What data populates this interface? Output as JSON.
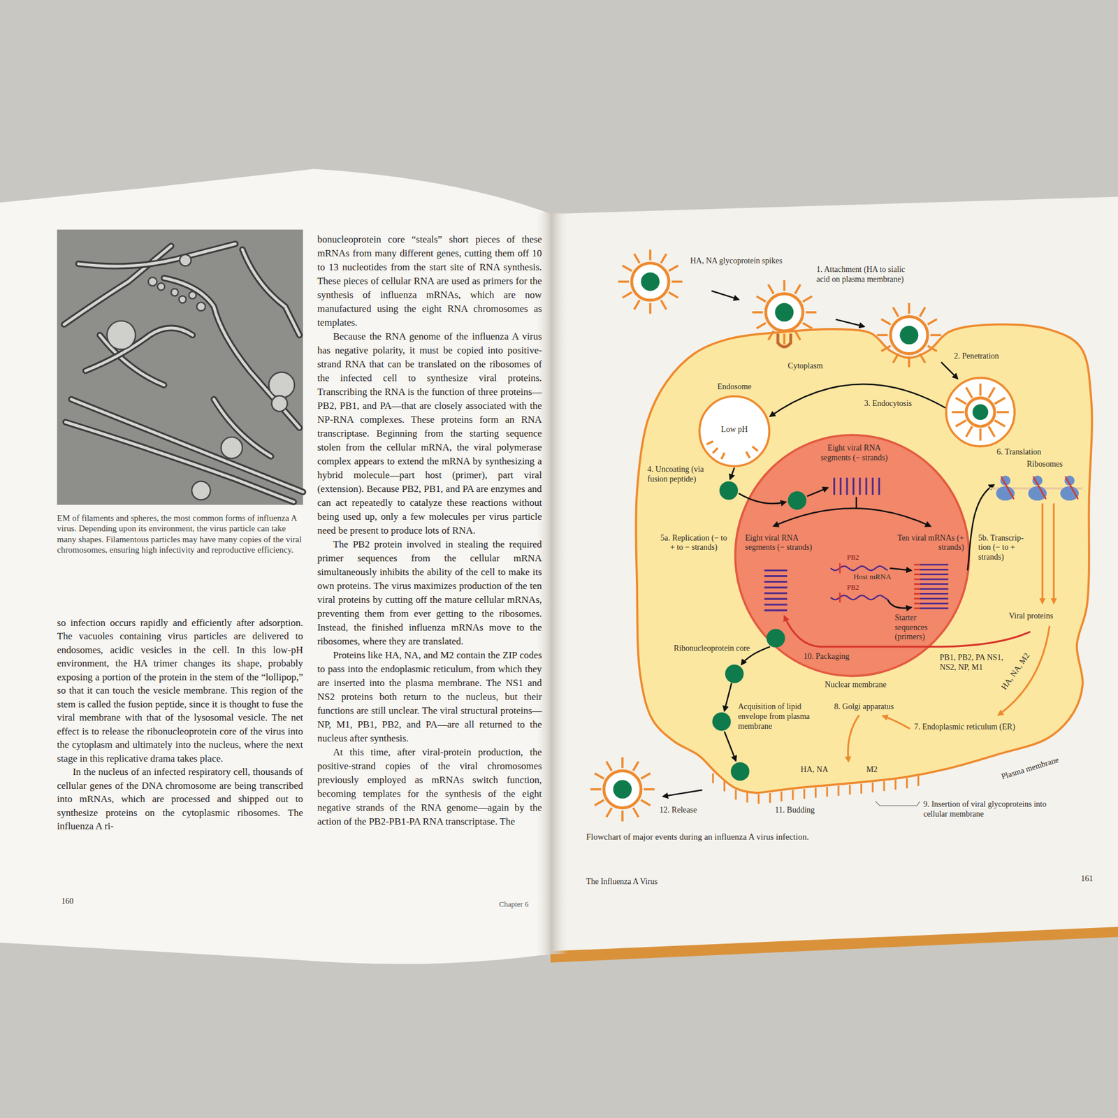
{
  "diagram": {
    "caption": "Flowchart of major events during an influenza A virus infection.",
    "nodes": [
      {
        "text": [
          "Cytoplasm"
        ]
      },
      {
        "text": [
          "Endosome",
          "Low pH"
        ],
        "in": 0
      },
      {
        "text": [
          "Nuclear membrane"
        ],
        "in": 0
      }
    ],
    "labels": [
      "EM of filaments and spheres, the most common forms of influenza A virus. Depending upon its environment, the virus particle can take many shapes. Filamentous particles may have many copies of the viral chromosomes, ensuring high infectivity and reproductive efficiency.",
      "so infection occurs rapidly and efficiently after adsorption. The vacuoles containing virus particles are delivered to endosomes, acidic vesicles in the cell. In this low-pH environment, the HA trimer changes its shape, probably exposing a portion of the protein in the stem of the “lollipop,” so that it can touch the vesicle membrane. This region of the stem is called the fusion peptide, since it is thought to fuse the viral membrane with that of the lysosomal vesicle. The net effect is to release the ribonucleoprotein core of the virus into the cytoplasm and ultimately into the nucleus, where the next stage in this replicative drama takes place.",
      "In the nucleus of an infected respiratory cell, thousands of cellular genes of the DNA chromosome are being transcribed into mRNAs, which are processed and shipped out to synthesize proteins on the cytoplasmic ribosomes. The influenza A ri-",
      "bonucleoprotein core “steals” short pieces of these mRNAs from many different genes, cutting them off 10 to 13 nucleotides from the start site of RNA synthesis. These pieces of cellular RNA are used as primers for the synthesis of influenza mRNAs, which are now manufactured using the eight RNA chromosomes as templates.",
      "Because the RNA genome of the influenza A virus has negative polarity, it must be copied into positive-strand RNA that can be translated on the ribosomes of the infected cell to synthesize viral proteins. Transcribing the RNA is the function of three proteins—PB2, PB1, and PA—that are closely associated with the NP-RNA complexes. These proteins form an RNA transcriptase. Beginning from the starting sequence stolen from the cellular mRNA, the viral polymerase complex appears to extend the mRNA by synthesizing a hybrid molecule—part host (primer), part viral (extension). Because PB2, PB1, and PA are enzymes and can act repeatedly to catalyze these reactions without being used up, only a few molecules per virus particle need be present to produce lots of RNA.",
      "The PB2 protein involved in stealing the required primer sequences from the cellular mRNA simultaneously inhibits the ability of the cell to make its own proteins. The virus maximizes production of the ten viral proteins by cutting off the mature cellular mRNAs, preventing them from ever getting to the ribosomes. Instead, the finished influenza mRNAs move to the ribosomes, where they are translated.",
      "Proteins like HA, NA, and M2 contain the ZIP codes to pass into the endoplasmic reticulum, from which they are inserted into the plasma membrane. The NS1 and NS2 proteins both return to the nucleus, but their functions are still unclear. The viral structural proteins—NP, M1, PB1, PB2, and PA—are all returned to the nucleus after synthesis.",
      "At this time, after viral-protein production, the positive-strand copies of the viral chromosomes previously employed as mRNAs switch function, becoming templates for the synthesis of the eight negative strands of the RNA genome—again by the action of the PB2-PB1-PA RNA transcriptase. The",
      "160",
      "Chapter 6",
      "HA, NA glycoprotein spikes",
      "1. Attachment (HA to sialic acid on plasma membrane)",
      "2. Penetration",
      "3. Endocytosis",
      "Eight viral RNA segments (− strands)",
      "6. Translation",
      "Ribosomes",
      "4. Uncoating (via fusion peptide)",
      "5a. Replication (− to + to − strands)",
      "Eight viral RNA segments (− strands)",
      "Ten viral mRNAs (+ strands)",
      "5b. Transcrip- tion (− to + strands)",
      "PB2",
      "Host mRNA",
      "PB2",
      "Starter sequences (primers)",
      "Viral proteins",
      "Ribonucleoprotein core",
      "10. Packaging",
      "PB1, PB2, PA NS1, NS2, NP, M1",
      "HA, NA, M2",
      "Acquisition of lipid envelope from plasma membrane",
      "8. Golgi apparatus",
      "7. Endoplasmic reticulum (ER)",
      "Plasma membrane",
      "HA, NA",
      "M2",
      "12. Release",
      "11. Budding",
      "9. Insertion of viral glycoproteins into cellular membrane",
      "The Influenza A Virus",
      "161"
    ]
  }
}
